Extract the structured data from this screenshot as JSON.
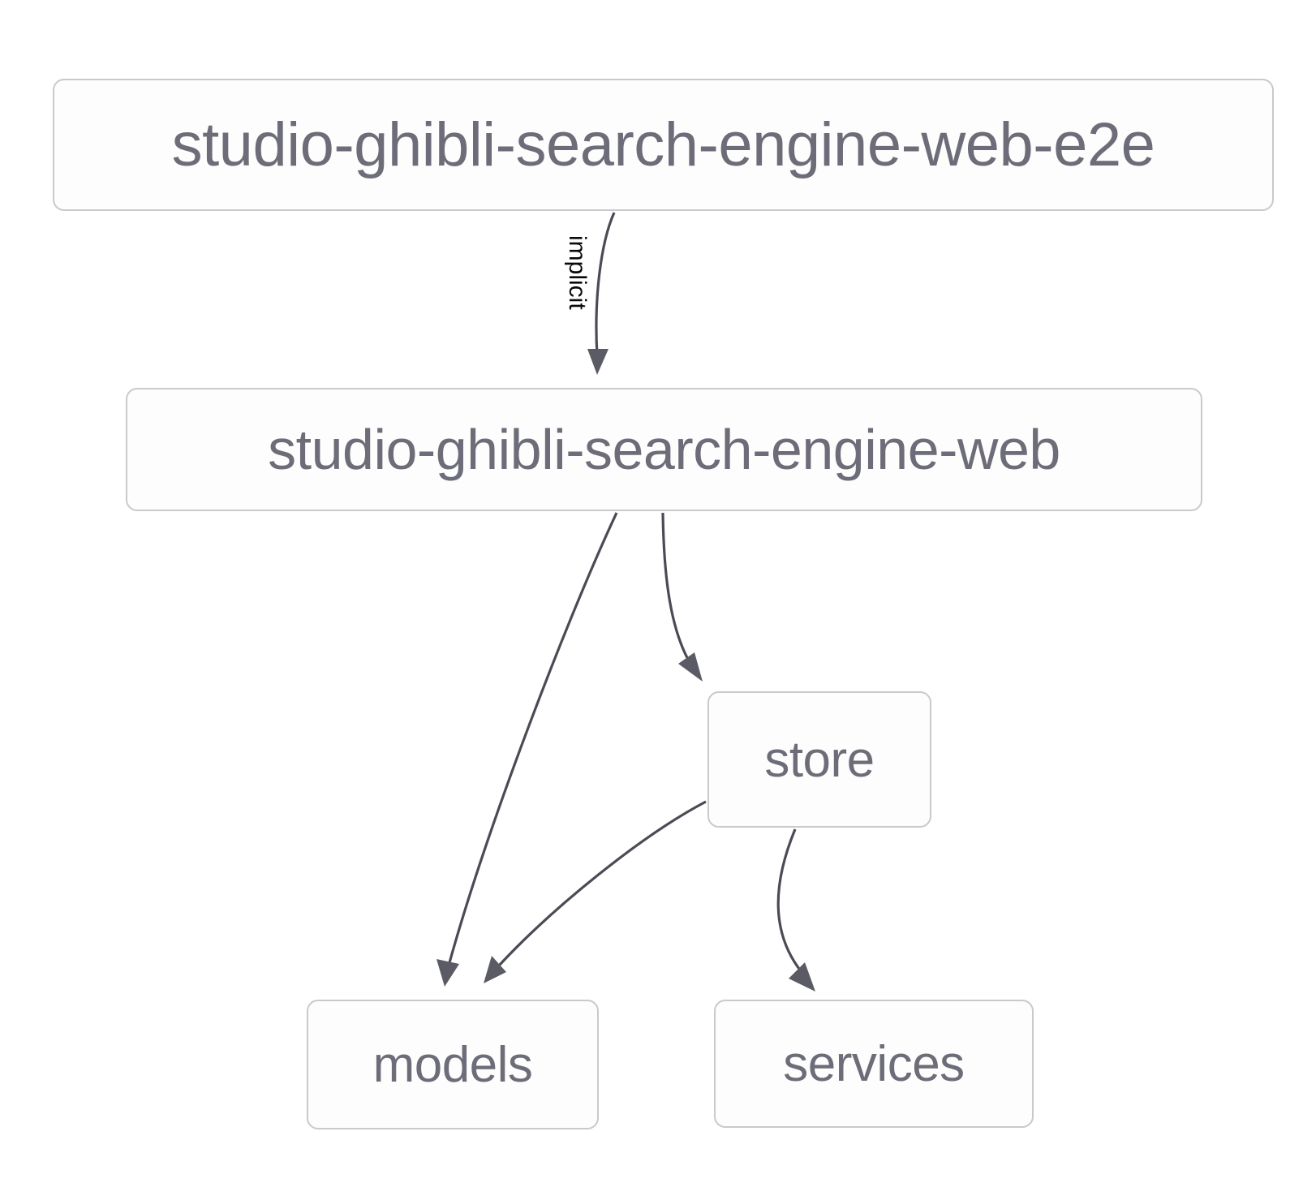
{
  "diagram": {
    "type": "dependency-graph",
    "background_color": "#ffffff",
    "node_border_color": "#c9c9ce",
    "node_text_color": "#6d6d79",
    "edge_color": "#4b4b55",
    "edge_label_color": "#0a0a0a",
    "nodes": [
      {
        "id": "root",
        "label": "studio-ghibli-search-engine-web-e2e"
      },
      {
        "id": "web",
        "label": "studio-ghibli-search-engine-web"
      },
      {
        "id": "store",
        "label": "store"
      },
      {
        "id": "models",
        "label": "models"
      },
      {
        "id": "services",
        "label": "services"
      }
    ],
    "edges": [
      {
        "from": "root",
        "to": "web",
        "label": "implicit"
      },
      {
        "from": "web",
        "to": "models",
        "label": ""
      },
      {
        "from": "web",
        "to": "store",
        "label": ""
      },
      {
        "from": "store",
        "to": "models",
        "label": ""
      },
      {
        "from": "store",
        "to": "services",
        "label": ""
      }
    ]
  }
}
